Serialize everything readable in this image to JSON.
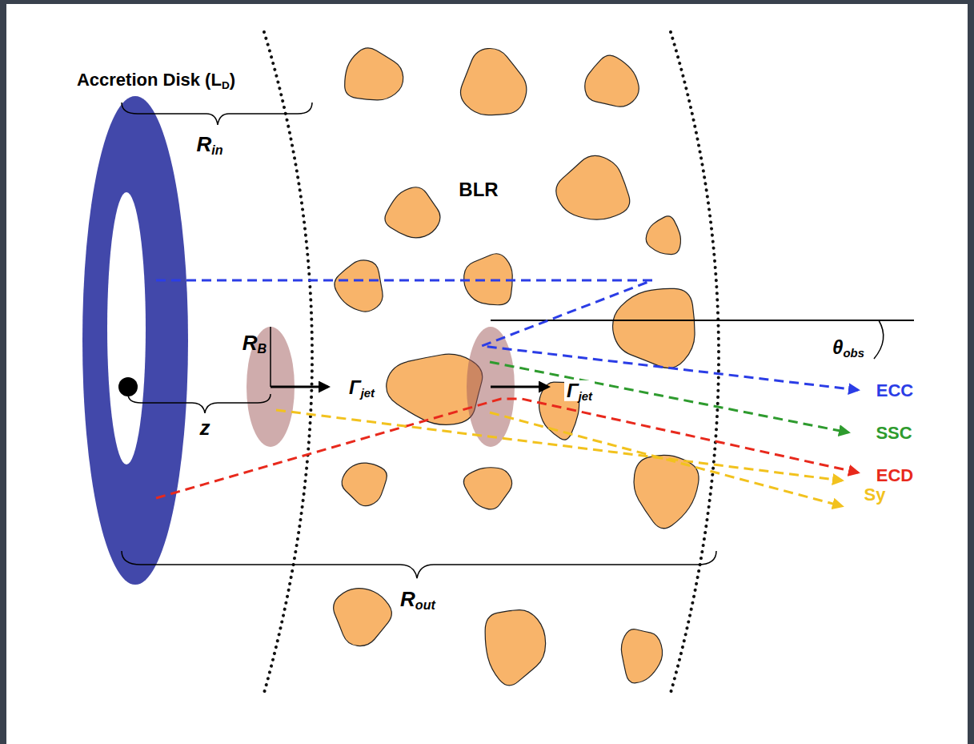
{
  "diagram": {
    "nodes": [
      {
        "text": [
          "Accretion Disk (LD)"
        ]
      },
      {
        "text": [
          "BLR"
        ]
      }
    ],
    "labels": [
      "Rin",
      "RB",
      "Γjet",
      "z",
      "Γjet",
      "θobs",
      "Rout",
      "ECC",
      "SSC",
      "ECD",
      "Sy"
    ]
  }
}
